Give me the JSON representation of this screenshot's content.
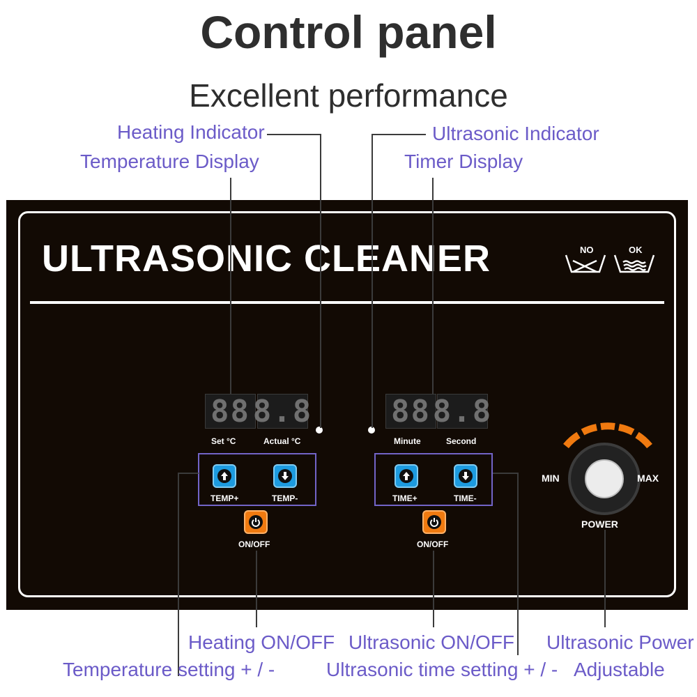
{
  "header": {
    "title": "Control panel",
    "subtitle": "Excellent performance"
  },
  "callouts": {
    "heating_indicator": "Heating Indicator",
    "temperature_display": "Temperature Display",
    "ultrasonic_indicator": "Ultrasonic Indicator",
    "timer_display": "Timer Display",
    "heating_on_off": "Heating ON/OFF",
    "temperature_setting": "Temperature setting + / -",
    "ultrasonic_on_off": "Ultrasonic ON/OFF",
    "ultrasonic_time_setting": "Ultrasonic time setting + / -",
    "ultrasonic_power_1": "Ultrasonic Power",
    "ultrasonic_power_2": "Adjustable"
  },
  "panel": {
    "title": "ULTRASONIC CLEANER",
    "icon_no": "NO",
    "icon_ok": "OK",
    "temp_set_digits": "88",
    "temp_actual_digits": "8.8",
    "label_set": "Set  °C",
    "label_actual": "Actual °C",
    "timer_minute_digits": "88",
    "timer_second_digits": "8.8",
    "label_minute": "Minute",
    "label_second": "Second",
    "btn_temp_plus": "TEMP+",
    "btn_temp_minus": "TEMP-",
    "btn_time_plus": "TIME+",
    "btn_time_minus": "TIME-",
    "onoff_left": "ON/OFF",
    "onoff_right": "ON/OFF",
    "knob_min": "MIN",
    "knob_max": "MAX",
    "knob_label": "POWER"
  },
  "colors": {
    "callout": "#6b5bc8",
    "panel_bg": "#120a04",
    "button_blue": "#1d9be0",
    "button_orange": "#f07a10",
    "dial_arc": "#f07a10"
  }
}
